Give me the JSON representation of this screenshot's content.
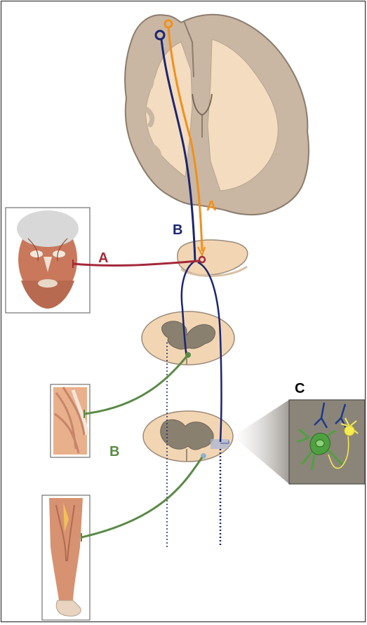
{
  "labels": {
    "upper_motor_a": "A",
    "upper_motor_b": "B",
    "lower_motor_a": "A",
    "lower_motor_b": "B",
    "inset_c": "C"
  },
  "colors": {
    "pathway_a_upper": "#f0901c",
    "pathway_b_upper": "#1c2670",
    "pathway_a_lower": "#a3283a",
    "pathway_b_lower": "#5a8a46",
    "brain_gray_matter": "#c9b7a4",
    "brain_white_matter": "#f4dcc0",
    "cord_gray_matter": "#8a8070",
    "inset_background": "#8b8579",
    "neuron_green": "#4fa040",
    "neuron_yellow": "#f5ec50"
  }
}
